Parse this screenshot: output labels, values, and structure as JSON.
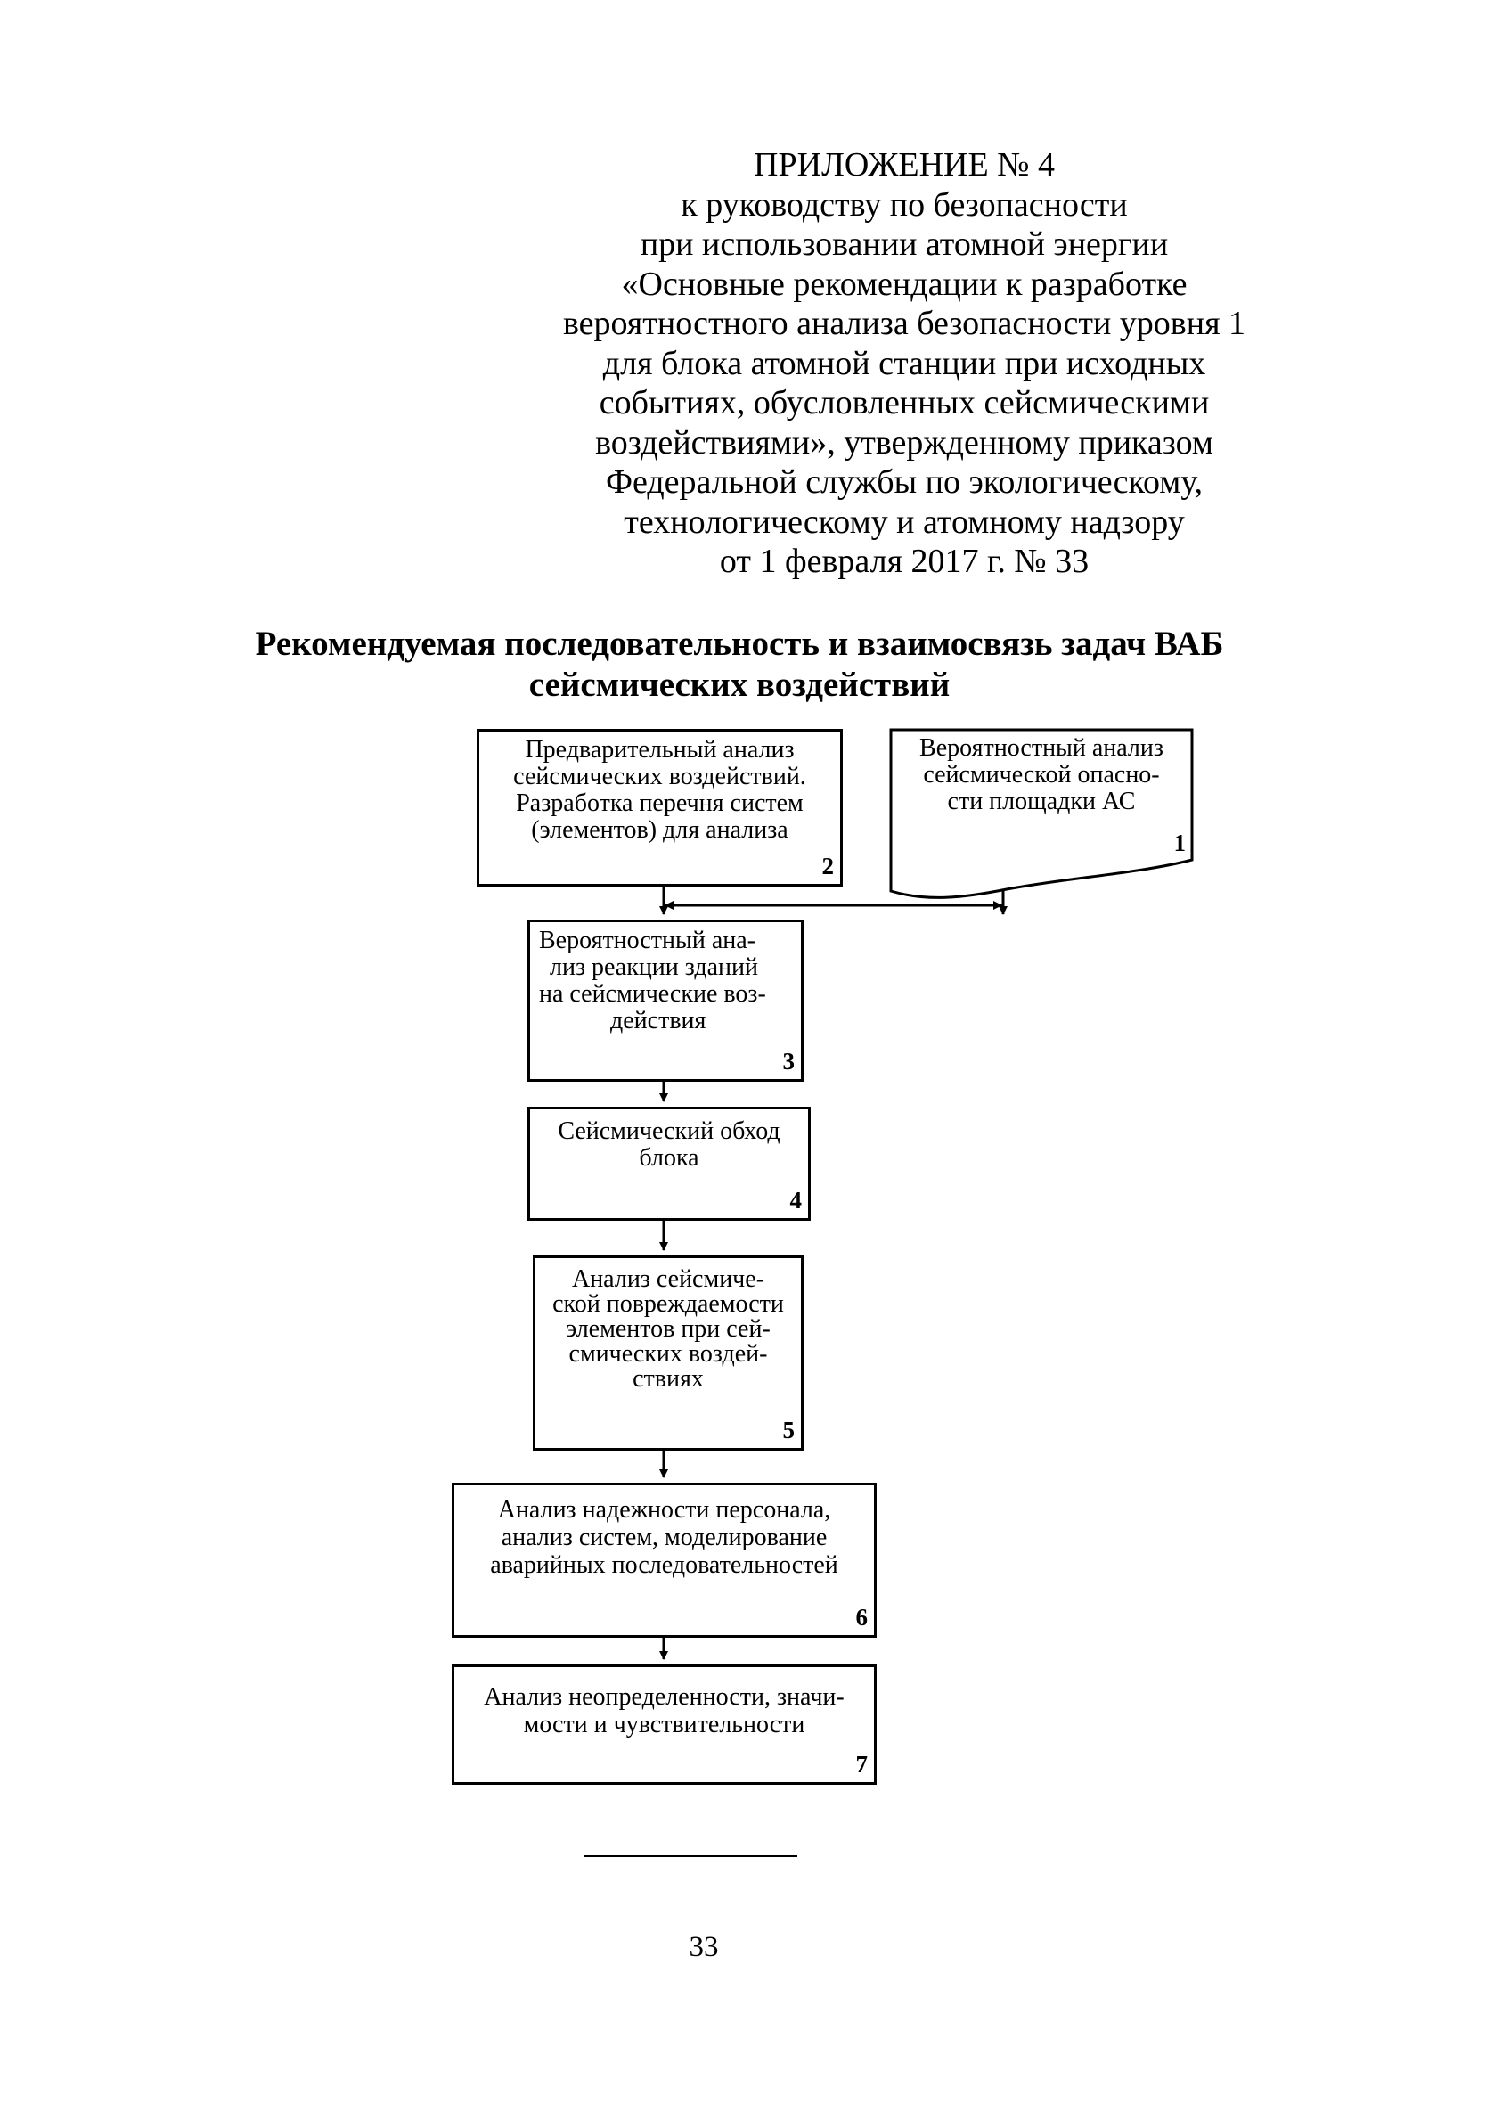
{
  "header": {
    "lines": [
      "ПРИЛОЖЕНИЕ № 4",
      "к руководству по безопасности",
      "при использовании атомной энергии",
      "«Основные рекомендации к разработке",
      "вероятностного анализа безопасности уровня 1",
      "для блока атомной станции при исходных",
      "событиях, обусловленных сейсмическими",
      "воздействиями», утвержденному приказом",
      "Федеральной службы по экологическому,",
      "технологическому и атомному надзору",
      "от 1 февраля 2017 г. № 33"
    ]
  },
  "title": {
    "lines": [
      "Рекомендуемая последовательность и взаимосвязь задач ВАБ",
      "сейсмических воздействий"
    ]
  },
  "diagram": {
    "boxes": [
      {
        "number": "2",
        "lines": [
          "Предварительный анализ",
          "сейсмических воздействий.",
          "Разработка перечня систем",
          "(элементов) для анализа"
        ]
      },
      {
        "number": "1",
        "lines": [
          "Вероятностный анализ",
          "сейсмической опасно-",
          "сти площадки АС"
        ]
      },
      {
        "number": "3",
        "lines": [
          "Вероятностный ана-",
          "лиз реакции зданий",
          "на сейсмические воз-",
          "действия"
        ]
      },
      {
        "number": "4",
        "lines": [
          "Сейсмический обход",
          "блока"
        ]
      },
      {
        "number": "5",
        "lines": [
          "Анализ сейсмиче-",
          "ской повреждаемости",
          "элементов при сей-",
          "смических воздей-",
          "ствиях"
        ]
      },
      {
        "number": "6",
        "lines": [
          "Анализ надежности персонала,",
          "анализ систем, моделирование",
          "аварийных последовательностей"
        ]
      },
      {
        "number": "7",
        "lines": [
          "Анализ неопределенности, значи-",
          "мости и чувствительности"
        ]
      }
    ]
  },
  "footer": {
    "page_number": "33"
  }
}
